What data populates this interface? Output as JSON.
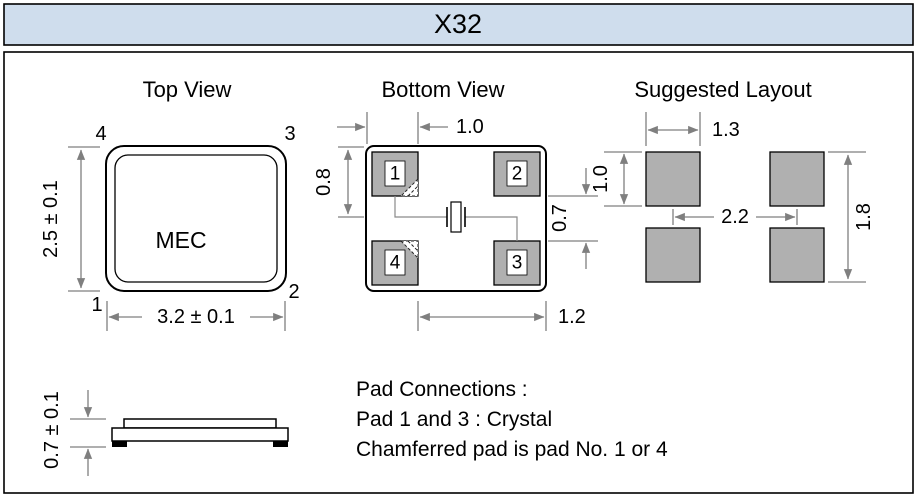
{
  "header": {
    "title": "X32"
  },
  "top_view": {
    "label": "Top View",
    "marking": "MEC",
    "pin_numbers": {
      "top_left": "4",
      "top_right": "3",
      "bottom_left": "1",
      "bottom_right": "2"
    },
    "dim_height": "2.5 ± 0.1",
    "dim_width": "3.2 ± 0.1"
  },
  "bottom_view": {
    "label": "Bottom View",
    "pad_numbers": {
      "top_left": "1",
      "top_right": "2",
      "bottom_left": "4",
      "bottom_right": "3"
    },
    "dim_top": "1.0",
    "dim_left": "0.8",
    "dim_right": "0.7",
    "dim_bottom": "1.2"
  },
  "suggested_layout": {
    "label": "Suggested Layout",
    "dim_top": "1.3",
    "dim_left": "1.0",
    "dim_middle": "2.2",
    "dim_right": "1.8"
  },
  "side_view": {
    "dim_thickness": "0.7 ± 0.1"
  },
  "notes": {
    "line1": "Pad Connections :",
    "line2": "Pad 1 and 3 : Crystal",
    "line3": "Chamferred pad is pad No. 1 or  4"
  },
  "colors": {
    "header_bg": "#cfdded",
    "pad_fill": "#b0b0b0",
    "dim_line": "#7f7f7f"
  }
}
